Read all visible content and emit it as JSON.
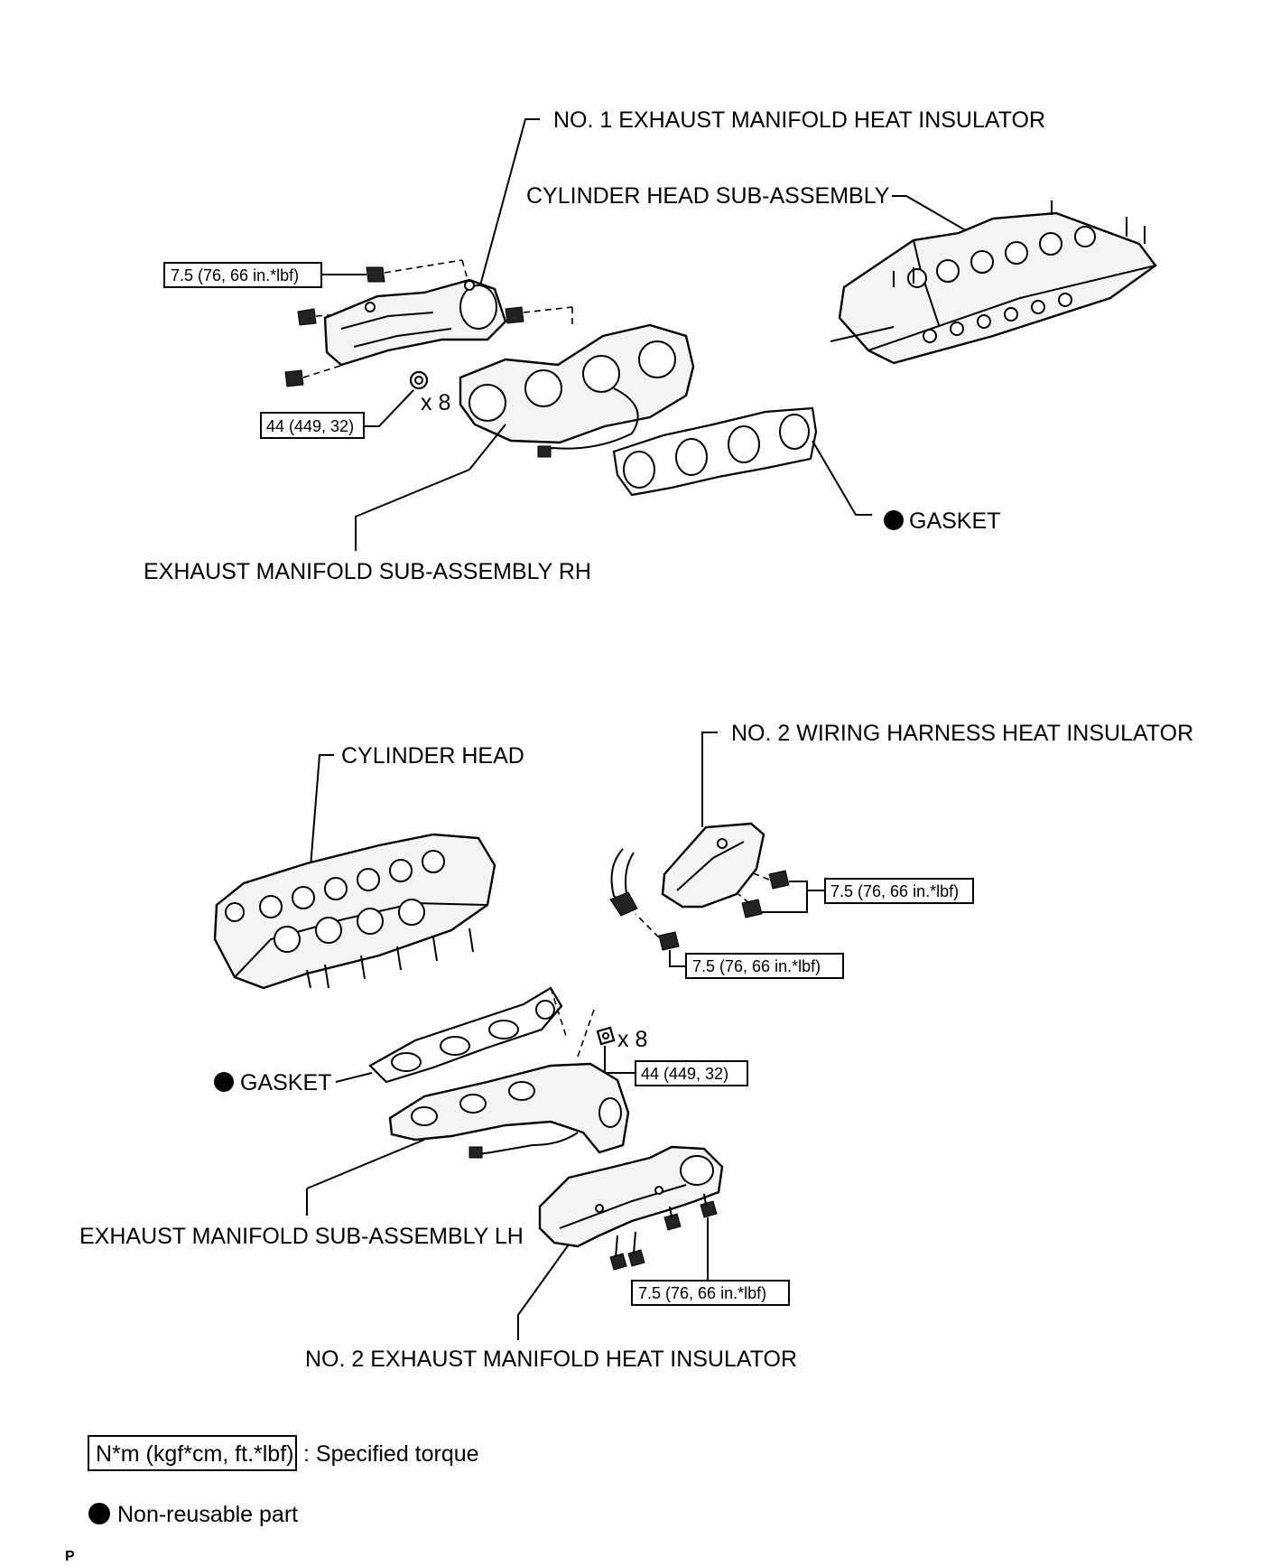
{
  "top": {
    "insulator1_label": "NO. 1 EXHAUST MANIFOLD HEAT INSULATOR",
    "cyl_head_sub_label": "CYLINDER HEAD SUB-ASSEMBLY",
    "torque_insulator_bolt": "7.5 (76, 66 in.*lbf)",
    "torque_nut": "44 (449, 32)",
    "qty_nut": "x 8",
    "gasket_label": "GASKET",
    "manifold_rh_label": "EXHAUST MANIFOLD SUB-ASSEMBLY RH"
  },
  "bottom": {
    "cyl_head_label": "CYLINDER HEAD",
    "wiring_insulator_label": "NO. 2 WIRING HARNESS HEAT INSULATOR",
    "torque_wiring_bolt_1": "7.5 (76, 66 in.*lbf)",
    "torque_wiring_bolt_2": "7.5 (76, 66 in.*lbf)",
    "qty_nut": "x 8",
    "torque_nut": "44 (449, 32)",
    "gasket_label": "GASKET",
    "manifold_lh_label": "EXHAUST MANIFOLD SUB-ASSEMBLY LH",
    "torque_insulator2_bolt": "7.5 (76, 66 in.*lbf)",
    "insulator2_label": "NO. 2 EXHAUST MANIFOLD HEAT INSULATOR"
  },
  "legend": {
    "torque_unit_box": "N*m (kgf*cm, ft.*lbf)",
    "torque_desc": ": Specified torque",
    "nonreusable_desc": "Non-reusable part"
  },
  "footer_code": "P"
}
